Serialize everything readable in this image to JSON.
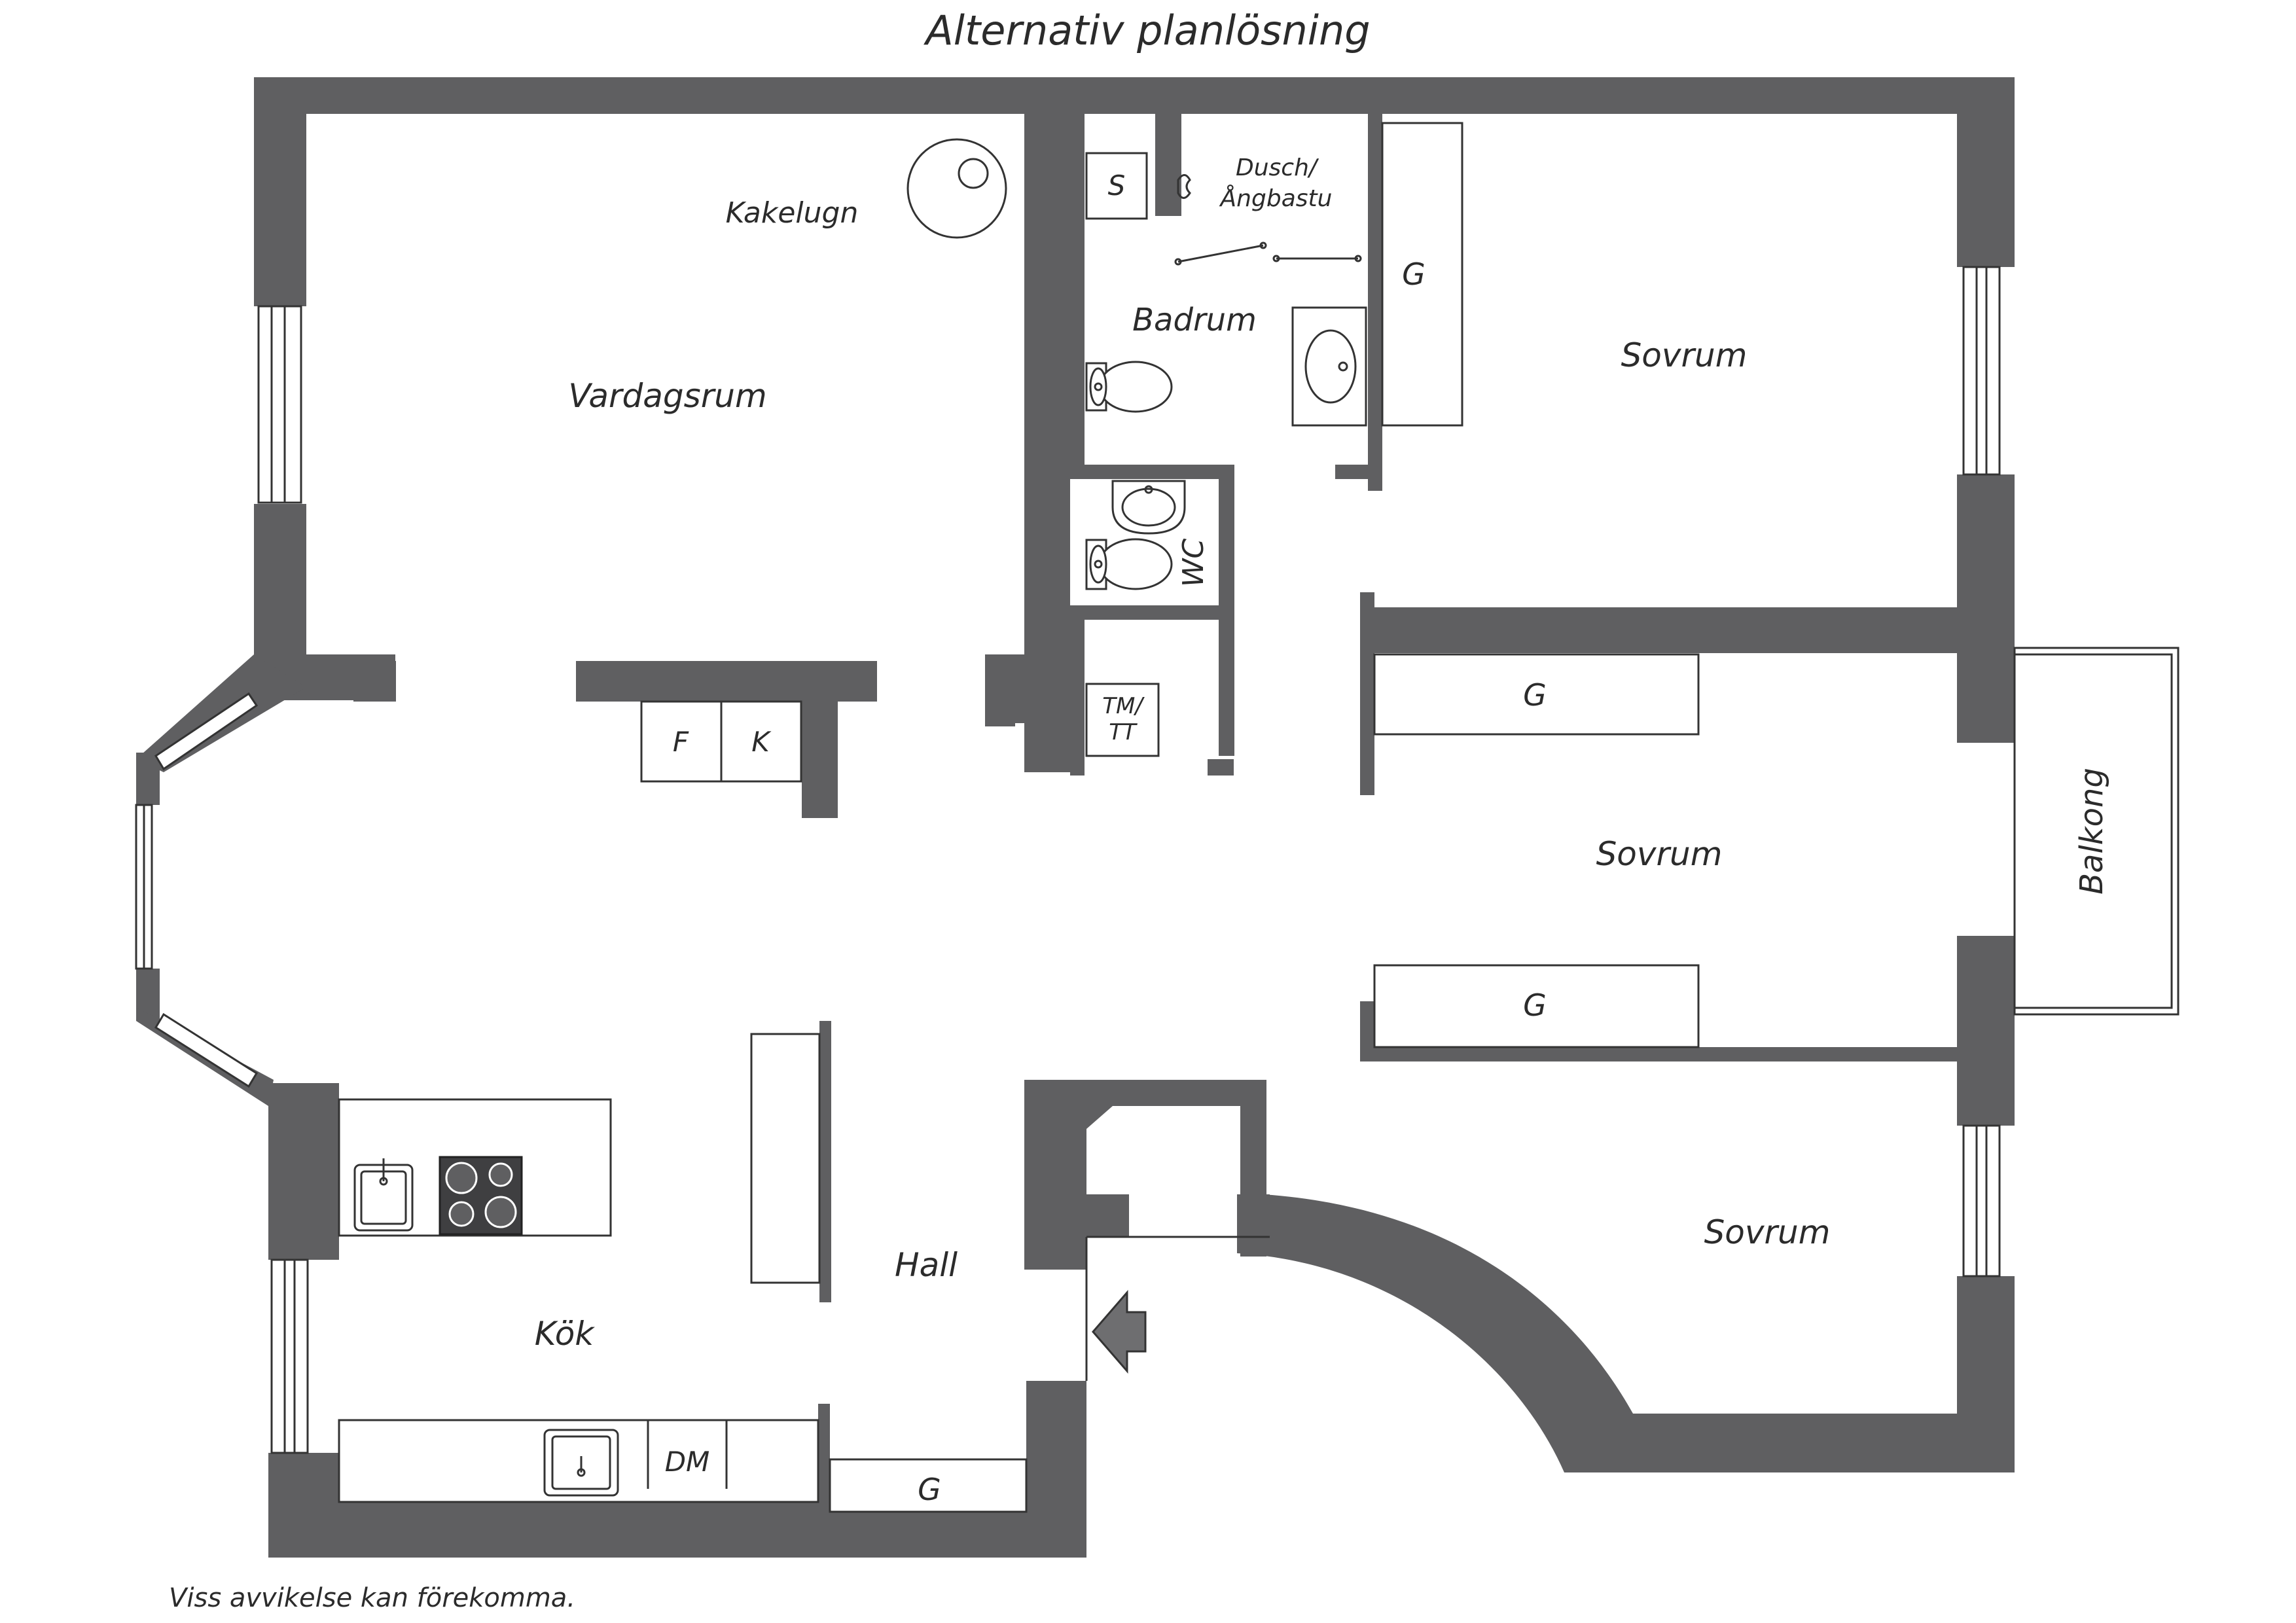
{
  "title": "Alternativ planlösning",
  "disclaimer": "Viss avvikelse kan förekomma.",
  "rooms": {
    "vardagsrum": "Vardagsrum",
    "kakelugn": "Kakelugn",
    "badrum": "Badrum",
    "dusch_line1": "Dusch/",
    "dusch_line2": "Ångbastu",
    "wc": "WC",
    "tm_line1": "TM/",
    "tm_line2": "TT",
    "s": "S",
    "sovrum_1": "Sovrum",
    "sovrum_2": "Sovrum",
    "sovrum_3": "Sovrum",
    "balkong": "Balkong",
    "hall": "Hall",
    "kok": "Kök",
    "f": "F",
    "k": "K",
    "dm": "DM",
    "g_badrum": "G",
    "g_sovrum2_top": "G",
    "g_sovrum2_bottom": "G",
    "g_hall": "G"
  },
  "colors": {
    "wall": "#5f5f61",
    "line": "#333333",
    "background": "#ffffff"
  }
}
